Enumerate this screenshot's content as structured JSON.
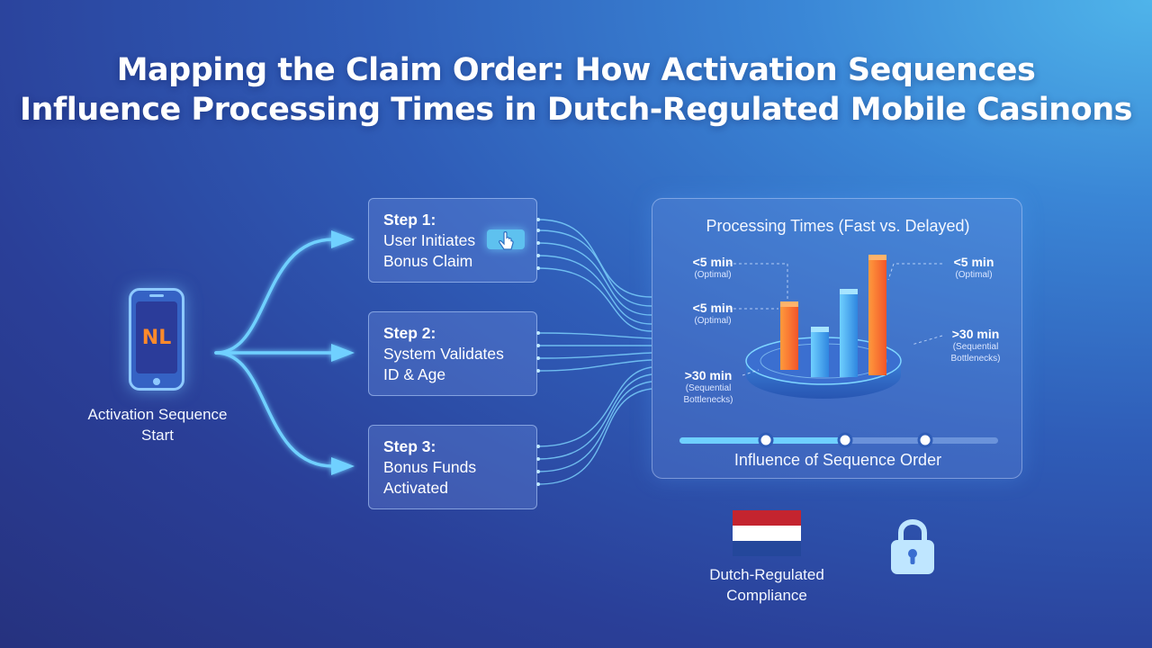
{
  "title": {
    "line1": "Mapping the Claim Order: How Activation Sequences",
    "line2": "Influence Processing Times in Dutch-Regulated Mobile Casinons"
  },
  "device": {
    "screen_label": "NL",
    "caption": "Activation Sequence Start",
    "icon": "phone-icon"
  },
  "steps": [
    {
      "number": "Step 1:",
      "text": "User Initiates\nBonus Claim",
      "icon": "touch-tap-icon"
    },
    {
      "number": "Step 2:",
      "text": "System Validates\nID & Age"
    },
    {
      "number": "Step 3:",
      "text": "Bonus Funds\nActivated"
    }
  ],
  "processing_panel": {
    "title": "Processing Times (Fast vs. Delayed)",
    "annotations": [
      {
        "value": "<5 min",
        "note": "(Optimal)"
      },
      {
        "value": "<5 min",
        "note": "(Optimal)"
      },
      {
        "value": ">30 min",
        "note": "(Sequential\nBottlenecks)"
      },
      {
        "value": "<5 min",
        "note": "(Optimal)"
      },
      {
        "value": ">30 min",
        "note": "(Sequential\nBottlenecks)"
      }
    ],
    "slider_caption": "Influence of Sequence Order",
    "colors": {
      "fast": "#3fa8f0",
      "delayed": "#ff7a2a",
      "accent": "#6fd0ff"
    }
  },
  "compliance": {
    "caption": "Dutch-Regulated Compliance",
    "flag_colors": [
      "#c4242f",
      "#ffffff",
      "#24479b"
    ],
    "icon": "lock-icon"
  }
}
